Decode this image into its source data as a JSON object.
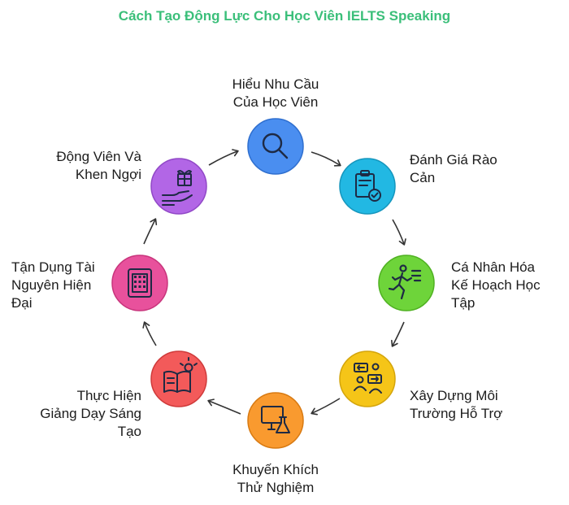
{
  "title": "Cách Tạo Động Lực Cho Học Viên IELTS Speaking",
  "steps": [
    {
      "label_1": "Hiểu Nhu Cầu",
      "label_2": "Của Học Viên",
      "label_3": "",
      "icon": "magnifier-icon",
      "color": "#4a8ef0"
    },
    {
      "label_1": "Đánh Giá Rào",
      "label_2": "Cản",
      "label_3": "",
      "icon": "clipboard-check-icon",
      "color": "#22b8e3"
    },
    {
      "label_1": "Cá Nhân Hóa",
      "label_2": "Kế Hoạch Học",
      "label_3": "Tập",
      "icon": "running-person-icon",
      "color": "#6ed43a"
    },
    {
      "label_1": "Xây Dựng Môi",
      "label_2": "Trường Hỗ Trợ",
      "label_3": "",
      "icon": "people-conversation-icon",
      "color": "#f5c518"
    },
    {
      "label_1": "Khuyến Khích",
      "label_2": "Thử Nghiệm",
      "label_3": "",
      "icon": "computer-flask-icon",
      "color": "#f99a2f"
    },
    {
      "label_1": "Thực Hiện",
      "label_2": "Giảng Dạy Sáng",
      "label_3": "Tạo",
      "icon": "book-lightbulb-icon",
      "color": "#f35a5a"
    },
    {
      "label_1": "Tận Dụng Tài",
      "label_2": "Nguyên Hiện",
      "label_3": "Đại",
      "icon": "tablet-grid-icon",
      "color": "#e8519c"
    },
    {
      "label_1": "Động Viên Và",
      "label_2": "Khen Ngợi",
      "label_3": "",
      "icon": "hand-gift-icon",
      "color": "#b266e6"
    }
  ]
}
